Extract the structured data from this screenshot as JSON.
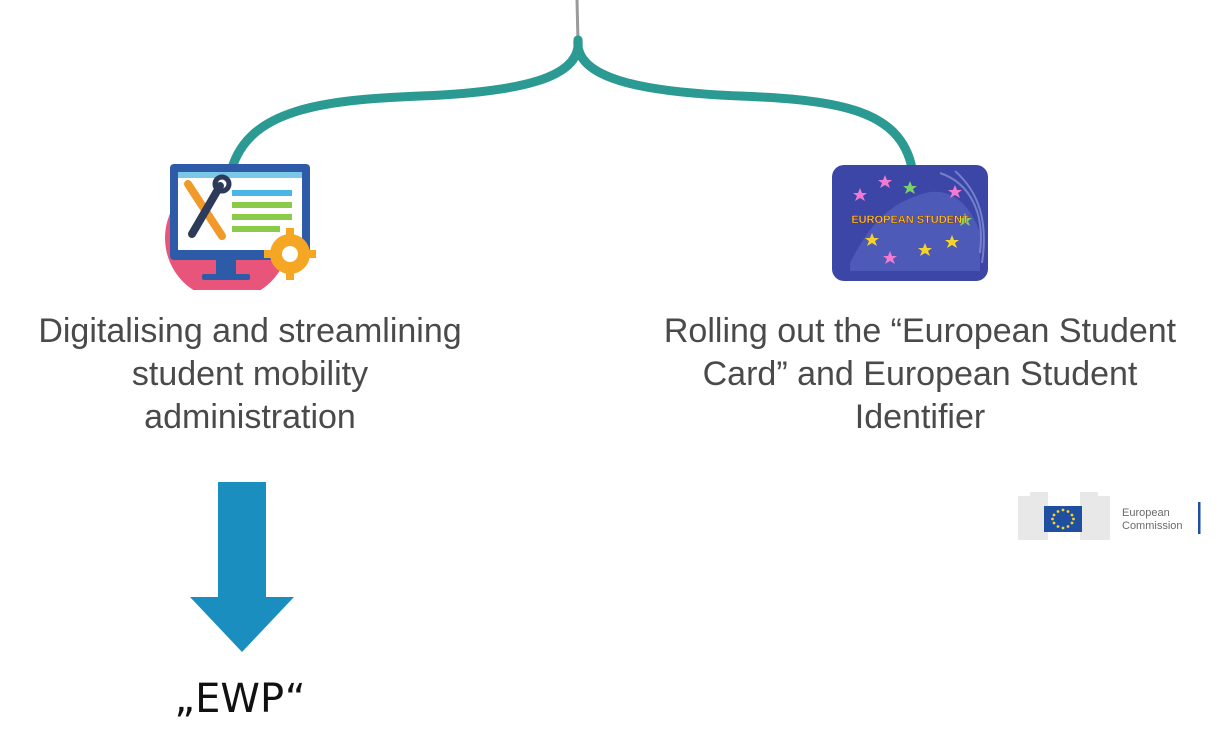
{
  "left_item": {
    "caption_lines": [
      "Digitalising and streamlining",
      "student mobility",
      "administration"
    ],
    "icon": "monitor-tools-gear-icon"
  },
  "right_item": {
    "caption_lines": [
      "Rolling out the “European Student",
      "Card” and European Student",
      "Identifier"
    ],
    "icon": "european-student-card-icon",
    "card_text": "EUROPEAN STUDENT"
  },
  "logo": {
    "line1": "European",
    "line2": "Commission"
  },
  "result_label": "„EWP“",
  "colors": {
    "connector": "#2a9a92",
    "arrow": "#1a8fbf",
    "text": "#4a4a4a",
    "card": "#3b46a6",
    "eu_blue": "#1f4fa0",
    "eu_star": "#f5d32a"
  }
}
